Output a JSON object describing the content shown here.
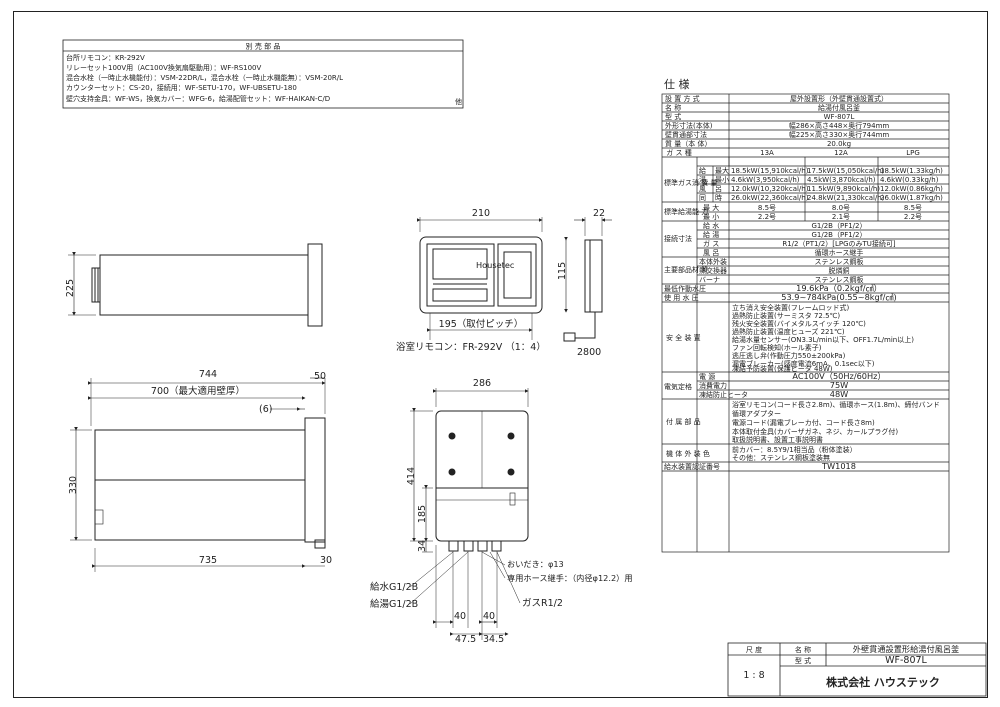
{
  "parts": {
    "title": "別 売 部 品",
    "rows": [
      "台所リモコン：KR-292V",
      "リレーセット100V用（AC100V換気扇駆動用）：WF-RS100V",
      "混合水栓（一時止水機能付）：VSM-22DR/L，混合水栓（一時止水機能無）：VSM-20R/L",
      "カウンターセット：CS-20，接続用：WF-SETU-170，WF-UBSETU-180",
      "壁穴支持金具：WF-WS，換気カバー：WFG-6，給湯配管セット：WF-HAIKAN-C/D"
    ],
    "etc": "他"
  },
  "dims": {
    "side_h": "225",
    "front_w": "210",
    "remote_w": "22",
    "remote_h": "115",
    "pitch": "195（取付ピッチ）",
    "cord": "2800",
    "remote_label": "浴室リモコン：FR-292V （1：4）",
    "w744": "744",
    "w50": "50",
    "w700": "700（最大適用壁厚）",
    "w6": "(6)",
    "h330": "330",
    "w735": "735",
    "w30": "30",
    "w286": "286",
    "h414": "414",
    "h185": "185",
    "h34": "34",
    "d40a": "40",
    "d475": "47.5",
    "d345": "34.5",
    "d40b": "40"
  },
  "callouts": {
    "oidaki": "おいだき：φ13",
    "hose": "専用ホース継手：（内径φ12.2）用",
    "water": "給水G1/2B",
    "hot": "給湯G1/2B",
    "gas": "ガスR1/2"
  },
  "spec": {
    "title": "仕 様",
    "rows": [
      [
        "設 置 方 式",
        "屋外設置形（外壁貫通設置式）"
      ],
      [
        "名    称",
        "給湯付風呂釜"
      ],
      [
        "型    式",
        "WF-807L"
      ],
      [
        "外形寸法(本体)",
        "幅286×高さ448×奥行794mm"
      ],
      [
        "壁貫通部寸法",
        "幅225×高さ330×奥行744mm"
      ],
      [
        "質 量（本 体）",
        "20.0kg"
      ]
    ],
    "gas_head": [
      "ガ ス 種",
      "13A",
      "12A",
      "LPG"
    ],
    "consume_label": "標準ガス消 費 量",
    "consume": [
      [
        "給",
        "最大",
        "18.5kW(15,910kcal/h)",
        "17.5kW(15,050kcal/h)",
        "18.5kW(1.33kg/h)"
      ],
      [
        "湯",
        "最小",
        "4.6kW(3,950kcal/h)",
        "4.5kW(3,870kcal/h)",
        "4.6kW(0.33kg/h)"
      ],
      [
        "風",
        "呂",
        "12.0kW(10,320kcal/h)",
        "11.5kW(9,890kcal/h)",
        "12.0kW(0.86kg/h)"
      ],
      [
        "同",
        "時",
        "26.0kW(22,360kcal/h)",
        "24.8kW(21,330kcal/h)",
        "26.0kW(1.87kg/h)"
      ]
    ],
    "ability_label": "標準給湯能 力",
    "ability": [
      [
        "最 大",
        "8.5号",
        "8.0号",
        "8.5号"
      ],
      [
        "最 小",
        "2.2号",
        "2.1号",
        "2.2号"
      ]
    ],
    "conn_label": "接続寸法",
    "conn": [
      [
        "給 水",
        "G1/2B（PF1/2）"
      ],
      [
        "給 湯",
        "G1/2B（PF1/2）"
      ],
      [
        "ガ ス",
        "R1/2（PT1/2）[LPGのみTU接続可]"
      ],
      [
        "風 呂",
        "循環ホース継手"
      ]
    ],
    "mat_label": "主要部品材 質",
    "mat": [
      [
        "本体外装",
        "ステンレス鋼板"
      ],
      [
        "熱交換器",
        "脱燐銅"
      ],
      [
        "バーナ",
        "ステンレス鋼板"
      ]
    ],
    "min_pressure": [
      "最低作動水圧",
      "19.6kPa（0.2kgf/㎠）"
    ],
    "use_pressure": [
      "使 用 水 圧",
      "53.9~784kPa(0.55~8kgf/㎠)"
    ],
    "safety_label": "安 全 装 置",
    "safety": [
      "立ち消え安全装置(フレームロッド式)",
      "過熱防止装置(サーミスタ 72.5℃)",
      "残火安全装置(バイメタルスイッチ 120℃)",
      "過熱防止装置(温度ヒューズ 221℃)",
      "給湯水量センサー(ON3.3L/min以下、OFF1.7L/min以上)",
      "ファン回転検知(ホール素子)",
      "逃圧逃し弁(作動圧力550±200kPa)",
      "漏電ブレーカー(感度電流6mA、0.1sec以下)",
      "凍結予防装置(保護ヒータ 48W)"
    ],
    "elec_label": "電気定格",
    "elec": [
      [
        "電 源",
        "AC100V（50Hz/60Hz）"
      ],
      [
        "消費電力",
        "75W"
      ],
      [
        "凍結防止ヒータ",
        "48W"
      ]
    ],
    "acc_label": "付 属 部 品",
    "acc": [
      "浴室リモコン(コード長さ2.8m)、循環ホース(1.8m)、締付バンド",
      "循環アダプター",
      "電源コード(漏電ブレーカ付、コード長さ8m)",
      "本体取付金具(カバーザガネ、ネジ、カールプラグ付)",
      "取扱説明書、設置工事説明書"
    ],
    "color_label": "機 体 外 装 色",
    "color": [
      "前カバー：8.5Y9/1相当品（粉体塗装）",
      "その他：ステンレス鋼板塗装無"
    ],
    "cert": [
      "給水装置認証番号",
      "TW1018"
    ]
  },
  "title_block": {
    "scale_h": "尺 度",
    "scale": "1 : 8",
    "name_h": "名 称",
    "name": "外壁貫通設置形給湯付風呂釜",
    "model_h": "型 式",
    "model": "WF-807L",
    "company": "株式会社 ハウステック"
  },
  "brand_on_unit": "Housetec"
}
